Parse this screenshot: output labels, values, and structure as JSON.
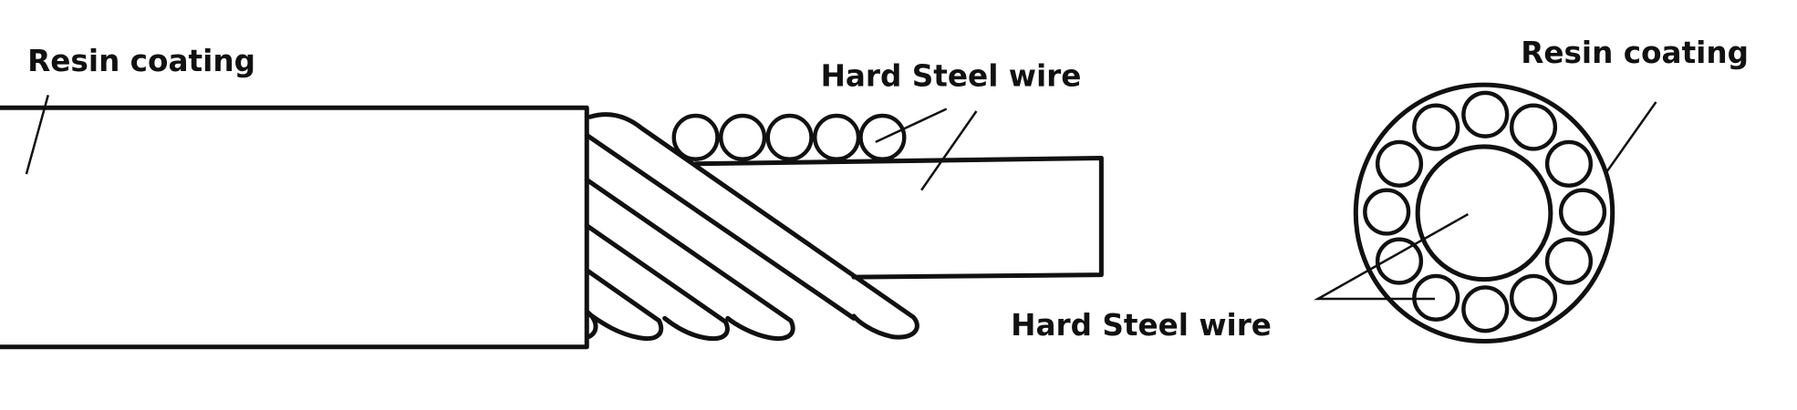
{
  "labels": {
    "resin_left": "Resin coating",
    "steel_top": "Hard Steel wire",
    "steel_bottom": "Hard Steel wire",
    "resin_right": "Resin coating"
  },
  "colors": {
    "line": "#111111",
    "background": "#ffffff"
  }
}
